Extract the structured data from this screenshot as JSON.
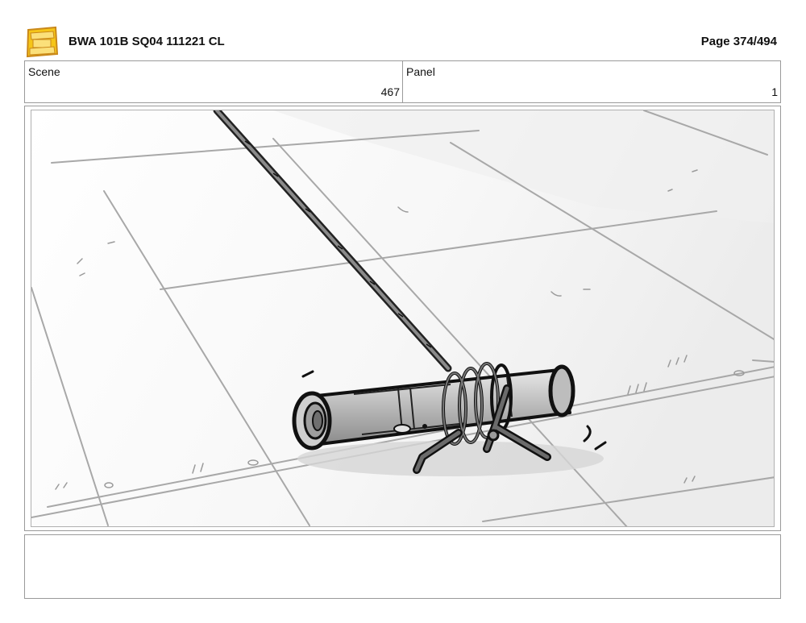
{
  "header": {
    "logo_icon": "young-jedi-adventures-logo",
    "logo_colors": {
      "fill": "#f5c518",
      "outline": "#c9881a"
    },
    "title": "BWA 101B SQ04 111221 CL",
    "page": "Page 374/494"
  },
  "info": {
    "scene_label": "Scene",
    "scene_value": "467",
    "panel_label": "Panel",
    "panel_value": "1"
  },
  "panel": {
    "illustration": "lightsaber-hilt-on-rope-sketch"
  },
  "notes": {
    "text": ""
  }
}
